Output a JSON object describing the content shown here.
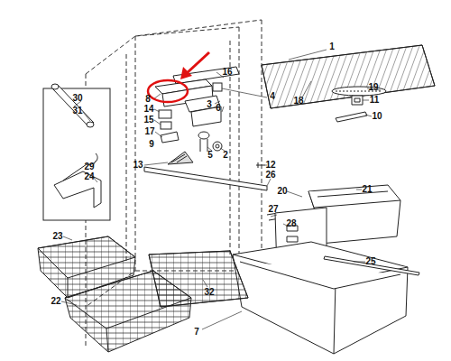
{
  "diagram": {
    "labels": [
      "1",
      "16",
      "18",
      "4",
      "19",
      "11",
      "10",
      "30",
      "31",
      "29",
      "24",
      "8",
      "14",
      "15",
      "17",
      "9",
      "3",
      "6",
      "2",
      "5",
      "13",
      "12",
      "26",
      "20",
      "21",
      "27",
      "28",
      "25",
      "23",
      "22",
      "32",
      "7"
    ]
  }
}
